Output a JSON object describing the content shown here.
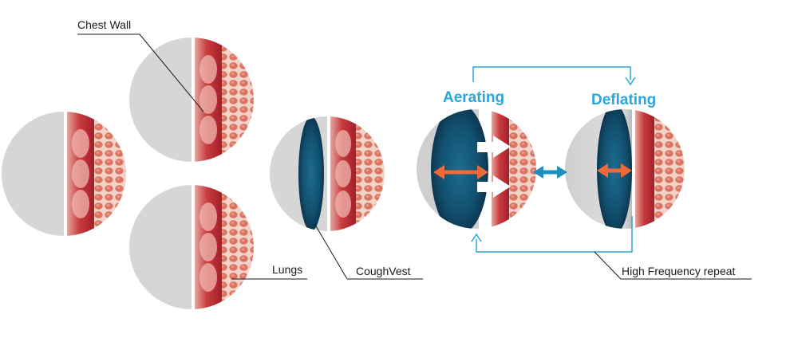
{
  "labels": {
    "chest_wall": "Chest Wall",
    "lungs": "Lungs",
    "coughvest": "CoughVest",
    "aerating": "Aerating",
    "deflating": "Deflating",
    "high_frequency": "High Frequency repeat"
  },
  "colors": {
    "accent_blue": "#29a7dc",
    "vest_blue": "#124f6e",
    "arrow_orange": "#ee6a3a",
    "tissue_red": "#c43a3a",
    "body_gray": "#d8d8d8"
  }
}
